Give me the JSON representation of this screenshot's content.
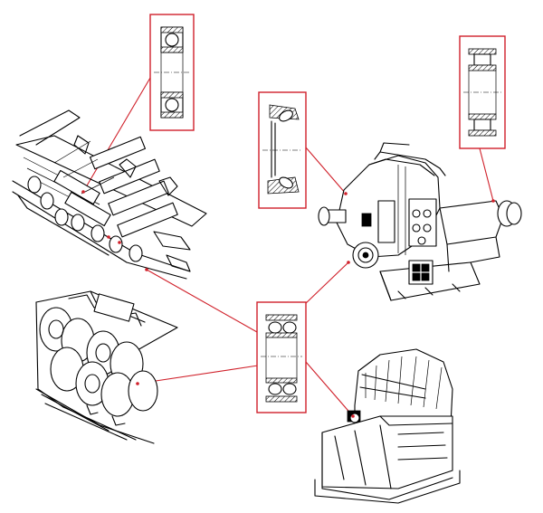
{
  "colors": {
    "callout": "#d0202a",
    "ink": "#000000",
    "background": "#ffffff"
  },
  "bearings": [
    {
      "name": "deep-groove-ball-bearing"
    },
    {
      "name": "spherical-roller-thrust-bearing"
    },
    {
      "name": "cylindrical-roller-bearing"
    },
    {
      "name": "spherical-roller-bearing"
    }
  ],
  "machines": [
    {
      "name": "belt-conveyor-idlers"
    },
    {
      "name": "pulverizer-mill"
    },
    {
      "name": "roller-table"
    },
    {
      "name": "disc-filter"
    }
  ]
}
